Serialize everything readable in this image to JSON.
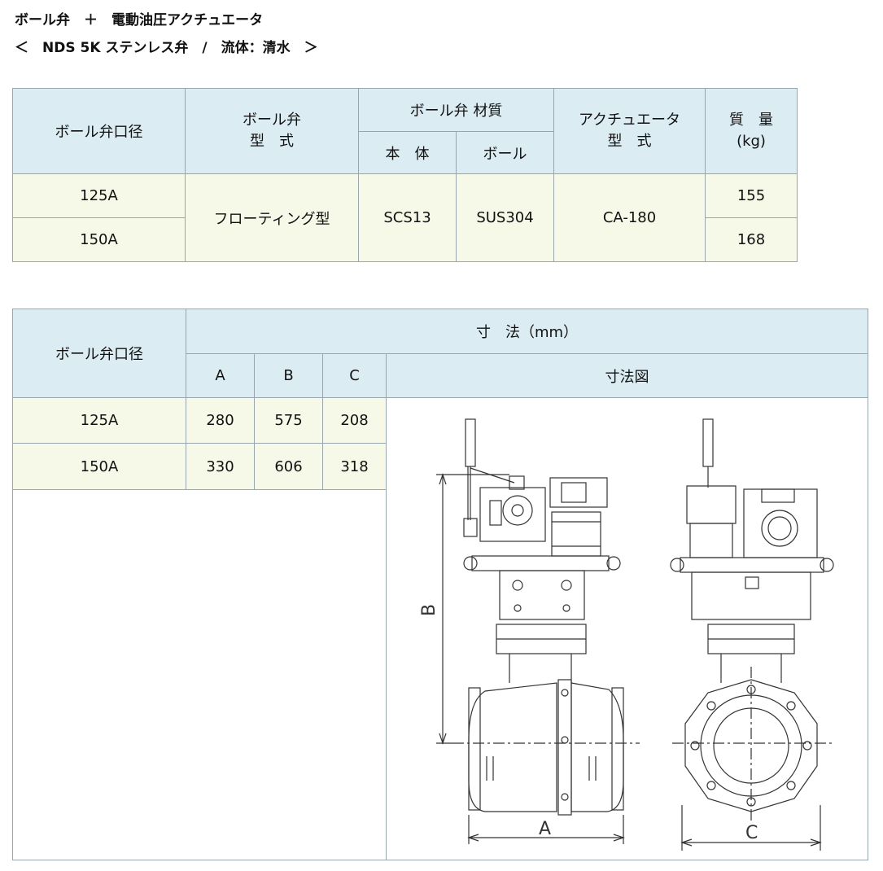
{
  "heading": {
    "line1": "ボール弁　＋　電動油圧アクチュエータ",
    "line2": "＜　NDS 5K ステンレス弁　/　流体：清水　＞"
  },
  "spec_table": {
    "h_size": "ボール弁口径",
    "h_type_1": "ボール弁",
    "h_type_2": "型　式",
    "h_material": "ボール弁 材質",
    "h_body": "本　体",
    "h_ball": "ボール",
    "h_act_1": "アクチュエータ",
    "h_act_2": "型　式",
    "h_mass_1": "質　量",
    "h_mass_2": "(kg)",
    "type_value": "フローティング型",
    "body_value": "SCS13",
    "ball_value": "SUS304",
    "act_value": "CA-180",
    "rows": [
      {
        "size": "125A",
        "mass": "155"
      },
      {
        "size": "150A",
        "mass": "168"
      }
    ]
  },
  "dim_table": {
    "h_size": "ボール弁口径",
    "h_dims": "寸　法（mm）",
    "h_a": "A",
    "h_b": "B",
    "h_c": "C",
    "h_drawing": "寸法図",
    "rows": [
      {
        "size": "125A",
        "a": "280",
        "b": "575",
        "c": "208"
      },
      {
        "size": "150A",
        "a": "330",
        "b": "606",
        "c": "318"
      }
    ]
  },
  "drawing": {
    "label_a": "A",
    "label_b": "B",
    "label_c": "C"
  }
}
